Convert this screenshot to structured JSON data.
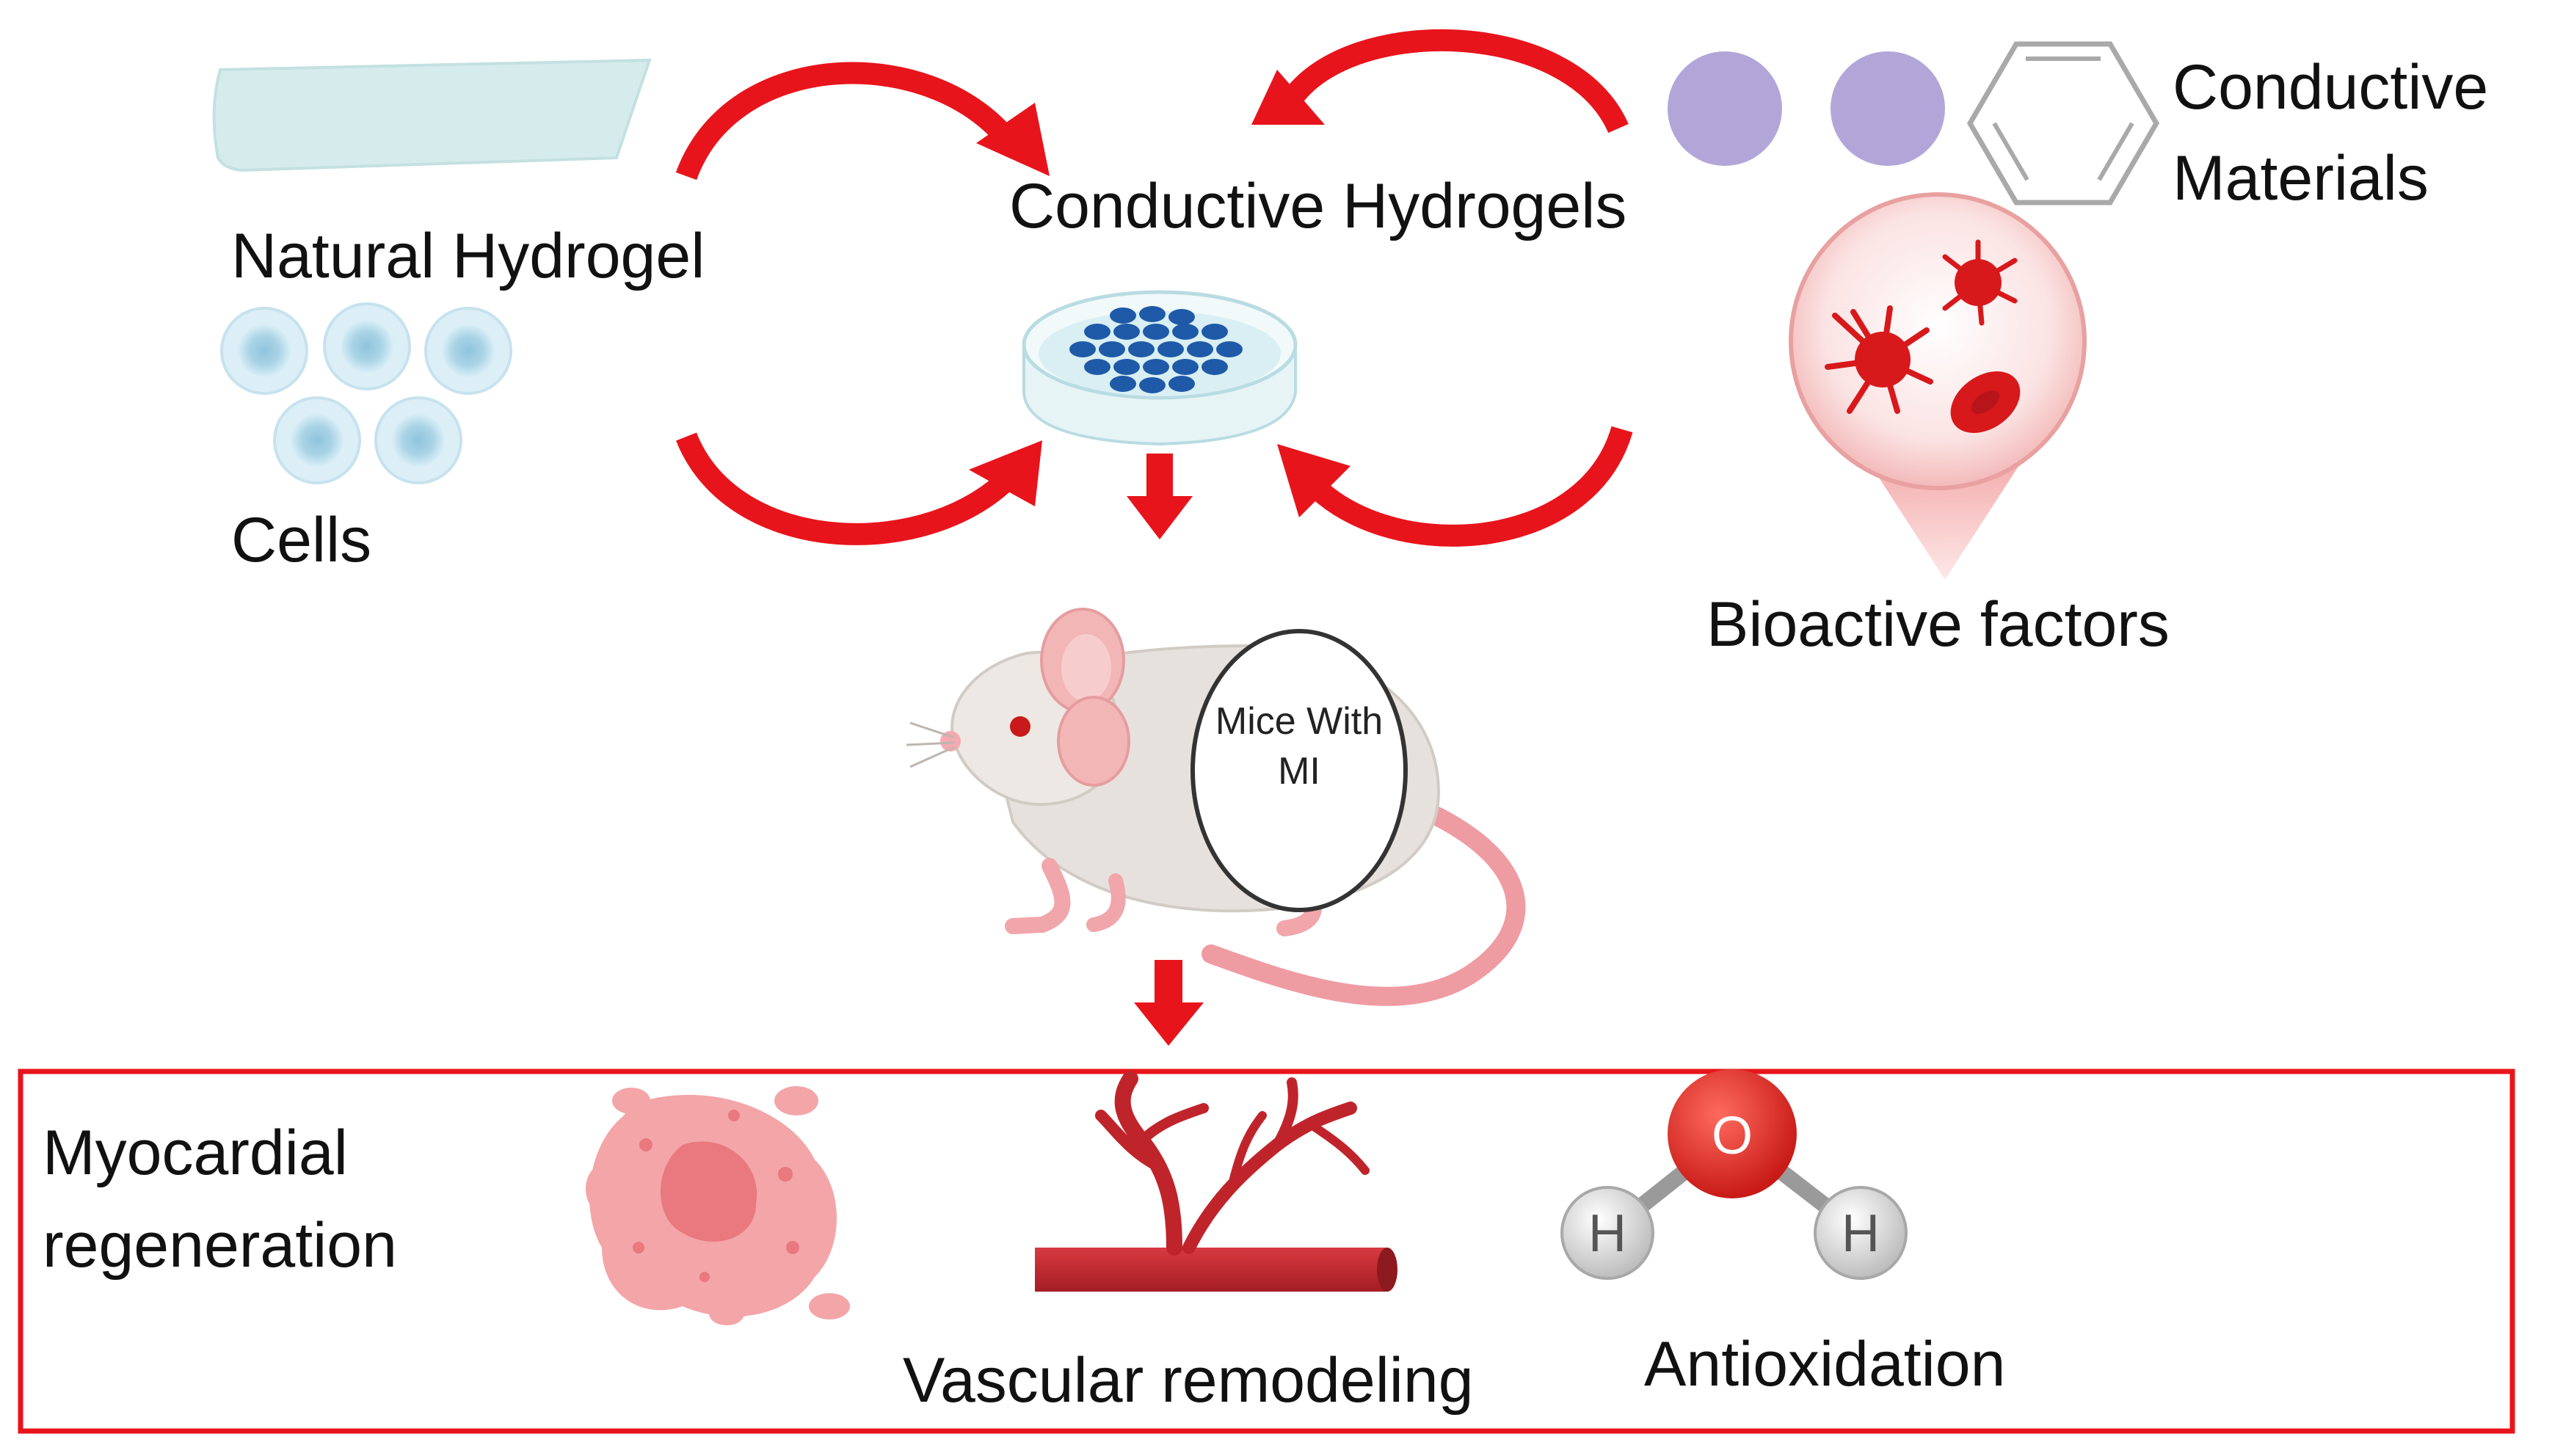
{
  "labels": {
    "natural_hydrogel": "Natural Hydrogel",
    "cells": "Cells",
    "conductive_hydrogels": "Conductive Hydrogels",
    "conductive_materials_line1": "Conductive",
    "conductive_materials_line2": "Materials",
    "bioactive_factors": "Bioactive factors",
    "mouse_line1": "Mice With",
    "mouse_line2": "MI",
    "outcome_myocardial_line1": "Myocardial",
    "outcome_myocardial_line2": "regeneration",
    "outcome_vascular": "Vascular remodeling",
    "outcome_antioxidation": "Antioxidation"
  },
  "molecule": {
    "oxygen": "O",
    "hydrogen_left": "H",
    "hydrogen_right": "H"
  },
  "colors": {
    "arrow": "#e8141b",
    "box_border": "#e8141b",
    "hydrogel_sheet": "#d6ecec",
    "cell": "#a9d3e6",
    "conductive_particle": "#b2a6d9",
    "petri_cells": "#1f5aa8",
    "bioactive_cells": "#d7191c",
    "vessel": "#c0242b",
    "tissue": "#e9787f",
    "oxygen": "#e02a25",
    "hydrogen": "#d8d8d8"
  },
  "icons": [
    "hydrogel-sheet-icon",
    "cell-cluster-icon",
    "petri-dish-icon",
    "conductive-particles-icon",
    "benzene-ring-icon",
    "bioactive-cells-icon",
    "mouse-icon",
    "myocardium-tissue-icon",
    "blood-vessel-icon",
    "water-molecule-icon"
  ]
}
